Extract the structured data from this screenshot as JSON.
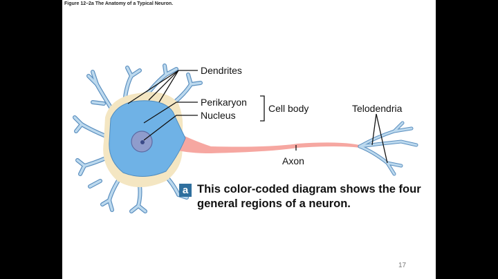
{
  "figure_title": "Figure 12–2a The Anatomy of a Typical Neuron.",
  "labels": {
    "dendrites": "Dendrites",
    "perikaryon": "Perikaryon",
    "nucleus": "Nucleus",
    "cell_body": "Cell body",
    "telodendria": "Telodendria",
    "axon": "Axon"
  },
  "caption": {
    "badge": "a",
    "text": "This color-coded diagram shows the four general regions of a neuron."
  },
  "page_number": "17",
  "colors": {
    "dendrite_fill": "#bcd9ee",
    "dendrite_stroke": "#5b8fbf",
    "perikaryon_fill": "#6fb2e6",
    "nucleus_fill": "#8f9ccc",
    "cell_body_cream": "#f4e6c2",
    "axon_fill": "#f6a7a1",
    "badge": "#2f6f9e"
  }
}
